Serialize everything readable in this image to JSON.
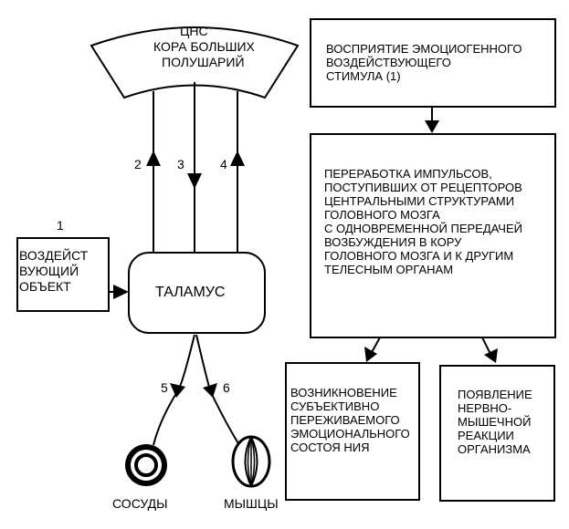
{
  "cns": {
    "line1": "ЦНС",
    "line2": "КОРА БОЛЬШИХ",
    "line3": "ПОЛУШАРИЙ"
  },
  "arrow_numbers": {
    "n1": "1",
    "n2": "2",
    "n3": "3",
    "n4": "4",
    "n5": "5",
    "n6": "6"
  },
  "object_box": "ВОЗДЕЙСТ\nВУЮЩИЙ\nОБЪЕКТ",
  "thalamus": "ТАЛАМУС",
  "perception_box": "ВОСПРИЯТИЕ ЭМОЦИОГЕННОГО\nВОЗДЕЙСТВУЮЩЕГО\nСТИМУЛА (1)",
  "processing_box": "ПЕРЕРАБОТКА ИМПУЛЬСОВ,\nПОСТУПИВШИХ ОТ РЕЦЕПТОРОВ\nЦЕНТРАЛЬНЫМИ СТРУКТУРАМИ\nГОЛОВНОГО МОЗГА\nС ОДНОВРЕМЕННОЙ ПЕРЕДАЧЕЙ\nВОЗБУЖДЕНИЯ В КОРУ\nГОЛОВНОГО МОЗГА И К ДРУГИМ\nТЕЛЕСНЫМ ОРГАНАМ",
  "emotion_box": "ВОЗНИКНОВЕНИЕ\nСУБЪЕКТИВНО\nПЕРЕЖИВАЕМОГО\nЭМОЦИОНАЛЬНОГО\nСОСТОЯ НИЯ",
  "reaction_box": "ПОЯВЛЕНИЕ\nНЕРВНО-\nМЫШЕЧНОЙ\nРЕАКЦИИ\nОРГАНИЗМА",
  "vessels_label": "СОСУДЫ",
  "muscles_label": "МЫШЦЫ"
}
